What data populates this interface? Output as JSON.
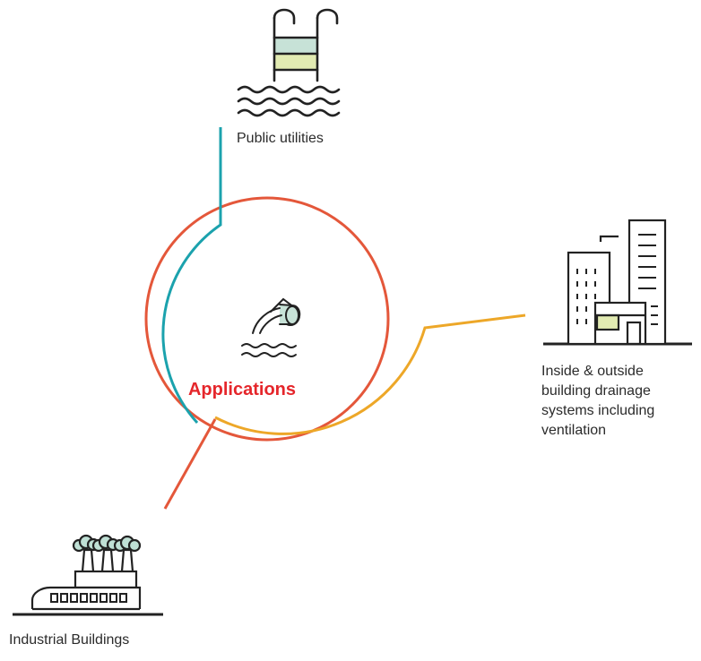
{
  "center": {
    "title": "Applications",
    "icon": "pipe-outflow-icon"
  },
  "nodes": [
    {
      "label": "Public utilities",
      "icon": "pool-ladder-icon"
    },
    {
      "label": "Inside & outside building drainage systems including ventilation",
      "lines": [
        "Inside & outside",
        "building drainage",
        "systems including",
        "ventilation"
      ],
      "icon": "buildings-icon"
    },
    {
      "label": "Industrial Buildings",
      "icon": "factory-icon"
    }
  ],
  "colors": {
    "title": "#e5262b",
    "ring": "#e4573a",
    "teal": "#1ba2ad",
    "orange": "#eda728",
    "red_line": "#e4573a",
    "light_green": "#c7e2d7",
    "light_yellow": "#e2ebb2",
    "smoke": "#bfe0d5",
    "ink": "#222222"
  }
}
